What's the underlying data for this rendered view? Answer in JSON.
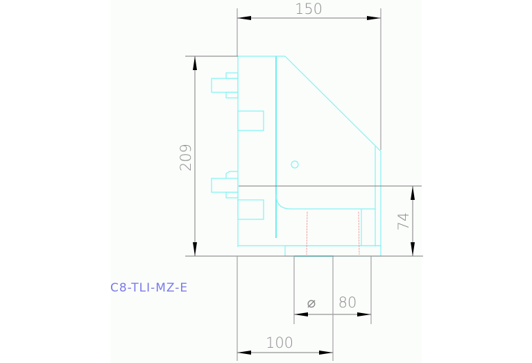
{
  "drawing": {
    "part_label": "C8-TLI-MZ-E",
    "colors": {
      "outline": "#7ff3f3",
      "dimension": "#7a7a7a",
      "dimension_text": "#8a8a8a",
      "label": "#7a7ae8",
      "centerline": "#f08a8a",
      "background": "#fbfdfb"
    },
    "dimensions": {
      "width_top": {
        "value": "150"
      },
      "height_left": {
        "value": "209"
      },
      "height_right": {
        "value": "74"
      },
      "diameter_symbol": "⌀",
      "diameter": {
        "value": "80"
      },
      "offset_bottom": {
        "value": "100"
      }
    }
  }
}
